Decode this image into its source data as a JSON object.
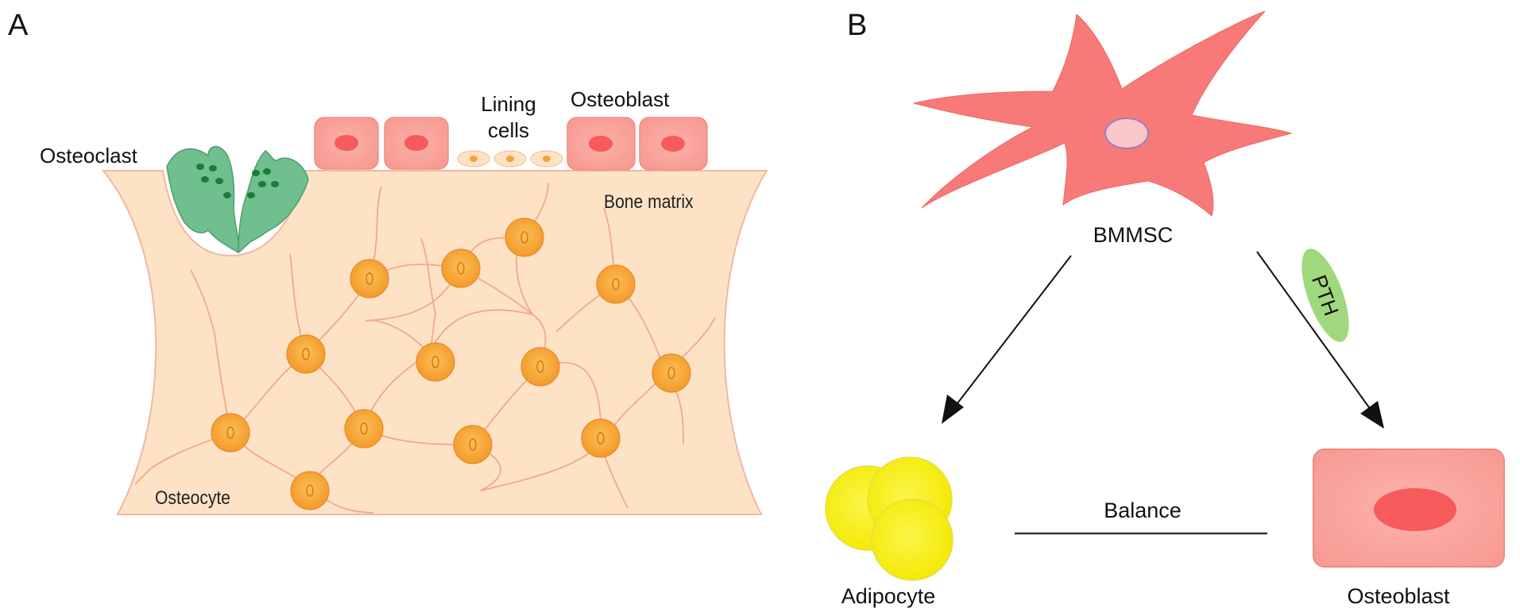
{
  "panel_a": {
    "letter": "A",
    "labels": {
      "osteoclast": "Osteoclast",
      "lining_cells_line1": "Lining",
      "lining_cells_line2": "cells",
      "osteoblast": "Osteoblast",
      "bone_matrix": "Bone matrix",
      "osteocyte": "Osteocyte"
    }
  },
  "panel_b": {
    "letter": "B",
    "labels": {
      "bmmsc": "BMMSC",
      "pth": "PTH",
      "adipocyte": "Adipocyte",
      "osteoblast": "Osteoblast",
      "balance": "Balance"
    }
  },
  "colors": {
    "bone_matrix": "#fde2c6",
    "bone_outline": "#f0b8a0",
    "osteocyte": "#f7aa3c",
    "osteoblast_cell": "#f9a8a0",
    "osteoblast_nucleus": "#f75a5a",
    "osteoclast": "#6fbf8f",
    "osteoclast_dots": "#1f7a3a",
    "bmmsc": "#f77a78",
    "bmmsc_nucleus": "#f7c7c9",
    "adipocyte": "#f6f000",
    "pth_pill": "#9fd87e"
  }
}
